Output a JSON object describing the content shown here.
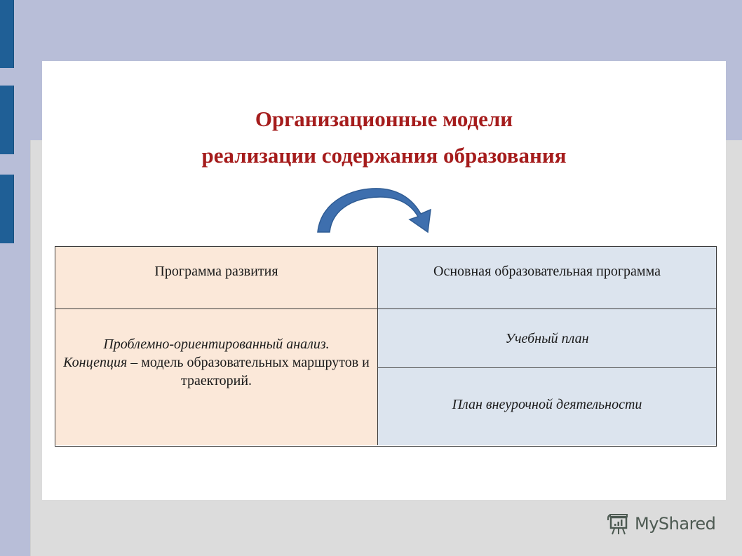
{
  "background": {
    "colors": {
      "frame": "#B8BED8",
      "side_bars": "#1F5F96",
      "grey_panel": "#DCDCDC",
      "slide": "#FFFFFF"
    }
  },
  "slide": {
    "title": {
      "line1": "Организационные модели",
      "line2": "реализации содержания образования",
      "color": "#A51C1C"
    },
    "arrow": {
      "icon": "curved-arrow-right-icon",
      "color": "#3E6FAE"
    },
    "table": {
      "headers": {
        "left": "Программа развития",
        "right": "Основная образовательная программа"
      },
      "left_body": {
        "italic_part1": "Проблемно-ориентированный анализ.",
        "italic_part2": "Концепция",
        "normal_part": " – модель образовательных маршрутов и траекторий."
      },
      "right_body": [
        "Учебный план",
        "План внеурочной деятельности"
      ],
      "colors": {
        "left_fill": "#FBE8D9",
        "right_fill": "#DCE4EE"
      }
    }
  },
  "watermark": {
    "icon": "presentation-board-icon",
    "text": "MyShared"
  }
}
